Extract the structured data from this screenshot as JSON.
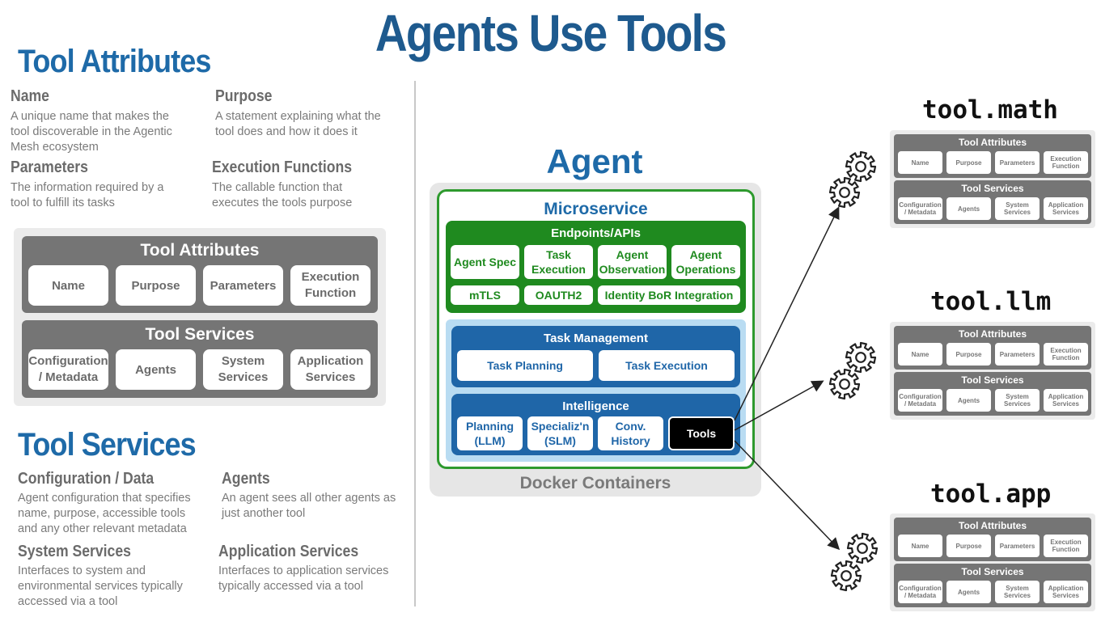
{
  "title": "Agents Use Tools",
  "left": {
    "attributes_title": "Tool Attributes",
    "attributes": [
      {
        "heading": "Name",
        "text": [
          "A unique name that makes the",
          "tool discoverable in the Agentic",
          "Mesh ecosystem"
        ]
      },
      {
        "heading": "Purpose",
        "text": [
          "A statement explaining what the",
          "tool does and how it does it"
        ]
      },
      {
        "heading": "Parameters",
        "text": [
          "The information required by a",
          "tool to fulfill its tasks"
        ]
      },
      {
        "heading": "Execution Functions",
        "text": [
          "The callable function that",
          "executes the tools purpose"
        ]
      }
    ],
    "services_title": "Tool Services",
    "services": [
      {
        "heading": "Configuration / Data",
        "text": [
          "Agent configuration that specifies",
          "name, purpose, accessible tools",
          "and any other relevant metadata"
        ]
      },
      {
        "heading": "Agents",
        "text": [
          "An agent sees all other agents as",
          "just another tool"
        ]
      },
      {
        "heading": "System Services",
        "text": [
          "Interfaces to system and",
          "environmental services typically",
          "accessed via a tool"
        ]
      },
      {
        "heading": "Application Services",
        "text": [
          "Interfaces to application services",
          "typically accessed via a tool"
        ]
      }
    ]
  },
  "tool_panel": {
    "attributes_label": "Tool Attributes",
    "attributes": [
      [
        "Name"
      ],
      [
        "Purpose"
      ],
      [
        "Parameters"
      ],
      [
        "Execution",
        "Function"
      ]
    ],
    "services_label": "Tool Services",
    "services": [
      [
        "Configuration",
        "/ Metadata"
      ],
      [
        "Agents"
      ],
      [
        "System",
        "Services"
      ],
      [
        "Application",
        "Services"
      ]
    ]
  },
  "agent": {
    "title": "Agent",
    "microservice": "Microservice",
    "endpoints_label": "Endpoints/APIs",
    "endpoints": [
      [
        "Agent Spec"
      ],
      [
        "Task",
        "Execution"
      ],
      [
        "Agent",
        "Observation"
      ],
      [
        "Agent",
        "Operations"
      ]
    ],
    "security": [
      "mTLS",
      "OAUTH2",
      "Identity BoR Integration"
    ],
    "task_management_label": "Task Management",
    "task_items": [
      "Task Planning",
      "Task Execution"
    ],
    "intelligence_label": "Intelligence",
    "intelligence_items": [
      [
        "Planning",
        "(LLM)"
      ],
      [
        "Specializ'n",
        "(SLM)"
      ],
      [
        "Conv.",
        "History"
      ]
    ],
    "tools_label": "Tools",
    "docker_label": "Docker Containers"
  },
  "tools": [
    {
      "name": "tool.math"
    },
    {
      "name": "tool.llm"
    },
    {
      "name": "tool.app"
    }
  ],
  "colors": {
    "title_blue": "#1e5a8e",
    "heading_blue": "#1e6aa8",
    "green": "#1f8a1f",
    "dark_blue": "#1f66a8",
    "light_blue": "#b9dcf2",
    "grey": "#757575"
  },
  "icons": [
    "gear-icon",
    "arrow-icon"
  ]
}
